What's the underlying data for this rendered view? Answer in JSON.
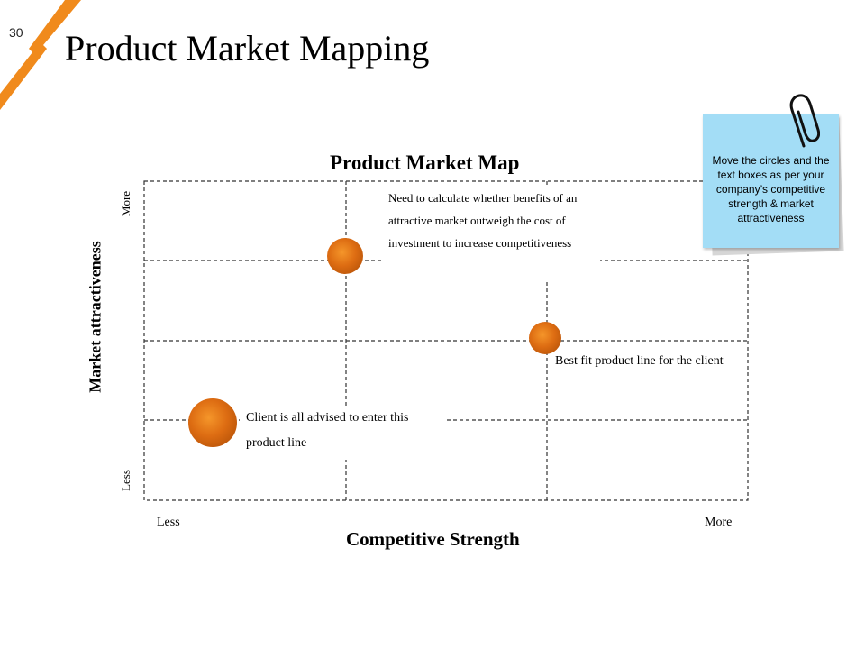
{
  "slide": {
    "number": "30",
    "title": "Product Market Mapping",
    "accent_color": "#f08a1c"
  },
  "map": {
    "title": "Product Market Map",
    "x_axis": {
      "title": "Competitive Strength",
      "min_label": "Less",
      "max_label": "More"
    },
    "y_axis": {
      "title": "Market attractiveness",
      "min_label": "Less",
      "max_label": "More"
    }
  },
  "notes": {
    "a": "Need to calculate whether benefits of an attractive market outweigh the cost of investment to increase competitiveness",
    "b": "Best fit product line for the client",
    "c": "Client is all advised to enter this product line"
  },
  "sticky_note": {
    "text": "Move the circles and the text boxes as per your company’s competitive strength & market attractiveness",
    "color": "#a3ddf6"
  },
  "icons": {
    "bolt": "lightning-icon",
    "clip": "paperclip-icon"
  }
}
